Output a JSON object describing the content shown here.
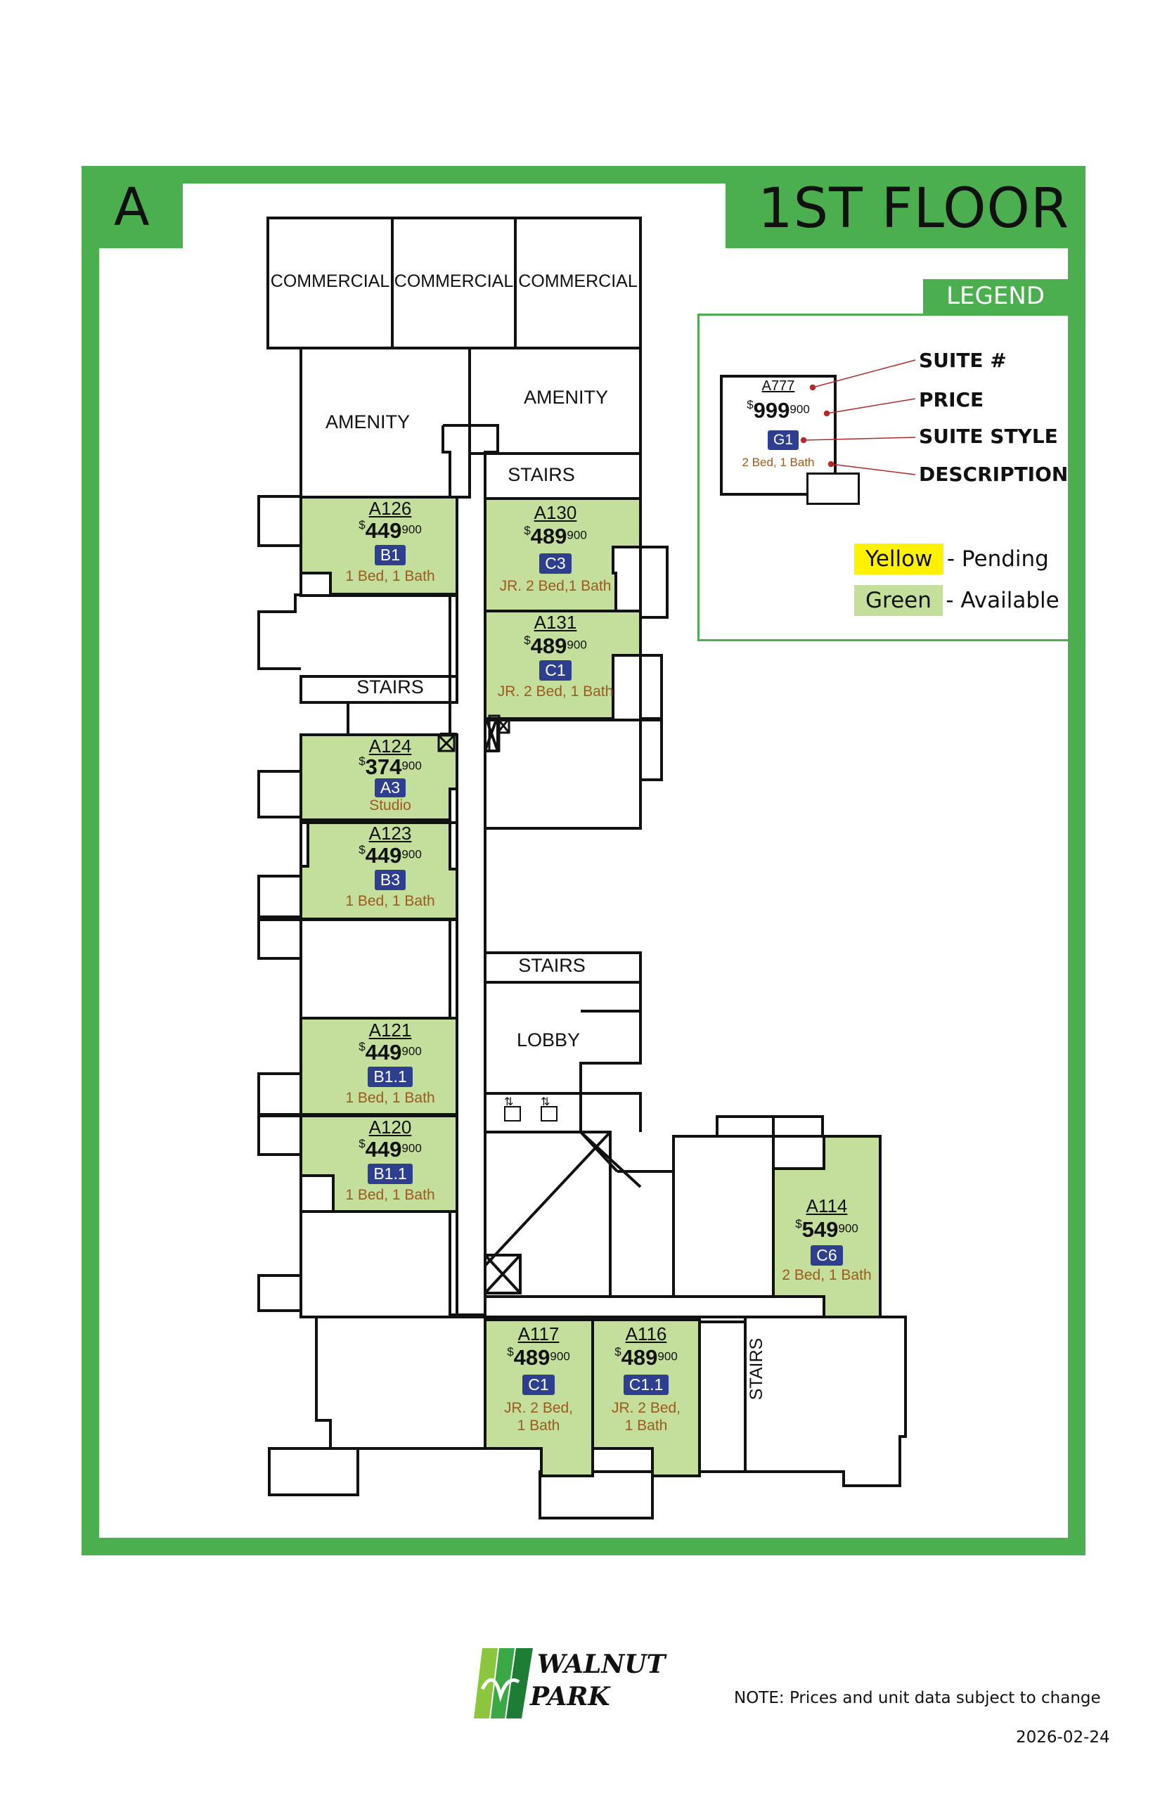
{
  "building": "A",
  "floor_title": "1ST FLOOR",
  "legend": {
    "title": "LEGEND",
    "sample": {
      "suite": "A777",
      "price_main": "999",
      "price_cents": "900",
      "style": "G1",
      "description": "2 Bed, 1 Bath"
    },
    "labels": {
      "suite": "SUITE #",
      "price": "PRICE",
      "style": "SUITE STYLE",
      "description": "DESCRIPTION"
    },
    "statuses": [
      {
        "label": "Yellow",
        "meaning": "- Pending",
        "color": "#fff200"
      },
      {
        "label": "Green",
        "meaning": "- Available",
        "color": "#c4df9b"
      }
    ]
  },
  "rooms": {
    "commercial": "COMMERCIAL",
    "amenity": "AMENITY",
    "stairs": "STAIRS",
    "lobby": "LOBBY"
  },
  "units": [
    {
      "id": "A126",
      "price_main": "449",
      "price_cents": "900",
      "style": "B1",
      "description": "1 Bed, 1 Bath"
    },
    {
      "id": "A130",
      "price_main": "489",
      "price_cents": "900",
      "style": "C3",
      "description": "JR. 2 Bed,1 Bath"
    },
    {
      "id": "A131",
      "price_main": "489",
      "price_cents": "900",
      "style": "C1",
      "description": "JR. 2 Bed, 1 Bath"
    },
    {
      "id": "A124",
      "price_main": "374",
      "price_cents": "900",
      "style": "A3",
      "description": "Studio"
    },
    {
      "id": "A123",
      "price_main": "449",
      "price_cents": "900",
      "style": "B3",
      "description": "1 Bed, 1 Bath"
    },
    {
      "id": "A121",
      "price_main": "449",
      "price_cents": "900",
      "style": "B1.1",
      "description": "1 Bed, 1 Bath"
    },
    {
      "id": "A120",
      "price_main": "449",
      "price_cents": "900",
      "style": "B1.1",
      "description": "1 Bed, 1 Bath"
    },
    {
      "id": "A114",
      "price_main": "549",
      "price_cents": "900",
      "style": "C6",
      "description": "2 Bed, 1 Bath"
    },
    {
      "id": "A117",
      "price_main": "489",
      "price_cents": "900",
      "style": "C1",
      "description_line1": "JR. 2 Bed,",
      "description_line2": "1 Bath"
    },
    {
      "id": "A116",
      "price_main": "489",
      "price_cents": "900",
      "style": "C1.1",
      "description_line1": "JR. 2 Bed,",
      "description_line2": "1 Bath"
    }
  ],
  "colors": {
    "frame": "#4bae4f",
    "available": "#c4df9b",
    "badge": "#2e3f8f",
    "description": "#9c5a1e"
  },
  "logo": {
    "line1": "WALNUT",
    "line2": "PARK"
  },
  "note": "NOTE: Prices and unit data subject to change",
  "date": "2026-02-24"
}
